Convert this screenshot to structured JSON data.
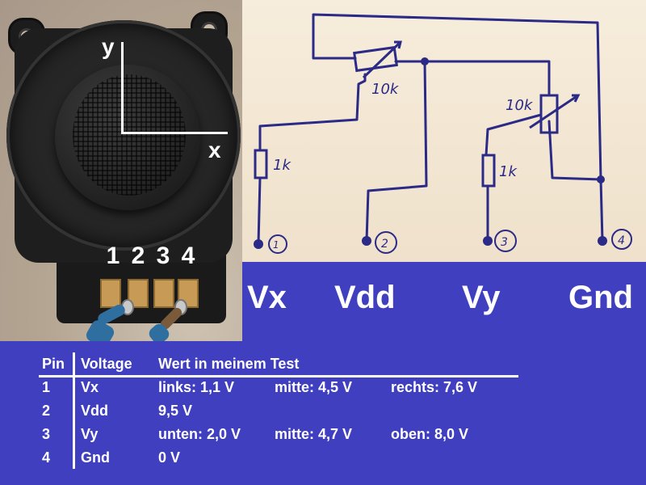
{
  "photo": {
    "axis_y": "y",
    "axis_x": "x",
    "pin_numbers": [
      "1",
      "2",
      "3",
      "4"
    ]
  },
  "schematic": {
    "resistor_labels": [
      "1k",
      "10k",
      "10k",
      "1k"
    ],
    "pin_circles": [
      "1",
      "2",
      "3",
      "4"
    ],
    "ink_color": "#2b2a86"
  },
  "pin_names": [
    "Vx",
    "Vdd",
    "Vy",
    "Gnd"
  ],
  "table": {
    "headers": [
      "Pin",
      "Voltage",
      "Wert in meinem Test"
    ],
    "rows": [
      {
        "pin": "1",
        "voltage": "Vx",
        "values": [
          "links: 1,1 V",
          "mitte: 4,5 V",
          "rechts: 7,6 V"
        ]
      },
      {
        "pin": "2",
        "voltage": "Vdd",
        "values": [
          "9,5 V",
          "",
          ""
        ]
      },
      {
        "pin": "3",
        "voltage": "Vy",
        "values": [
          "unten: 2,0 V",
          "mitte: 4,7 V",
          "oben: 8,0 V"
        ]
      },
      {
        "pin": "4",
        "voltage": "Gnd",
        "values": [
          "0 V",
          "",
          ""
        ]
      }
    ]
  },
  "colors": {
    "background_blue": "#3f3fc0",
    "paper": "#f4e9d7",
    "text": "#ffffff"
  }
}
